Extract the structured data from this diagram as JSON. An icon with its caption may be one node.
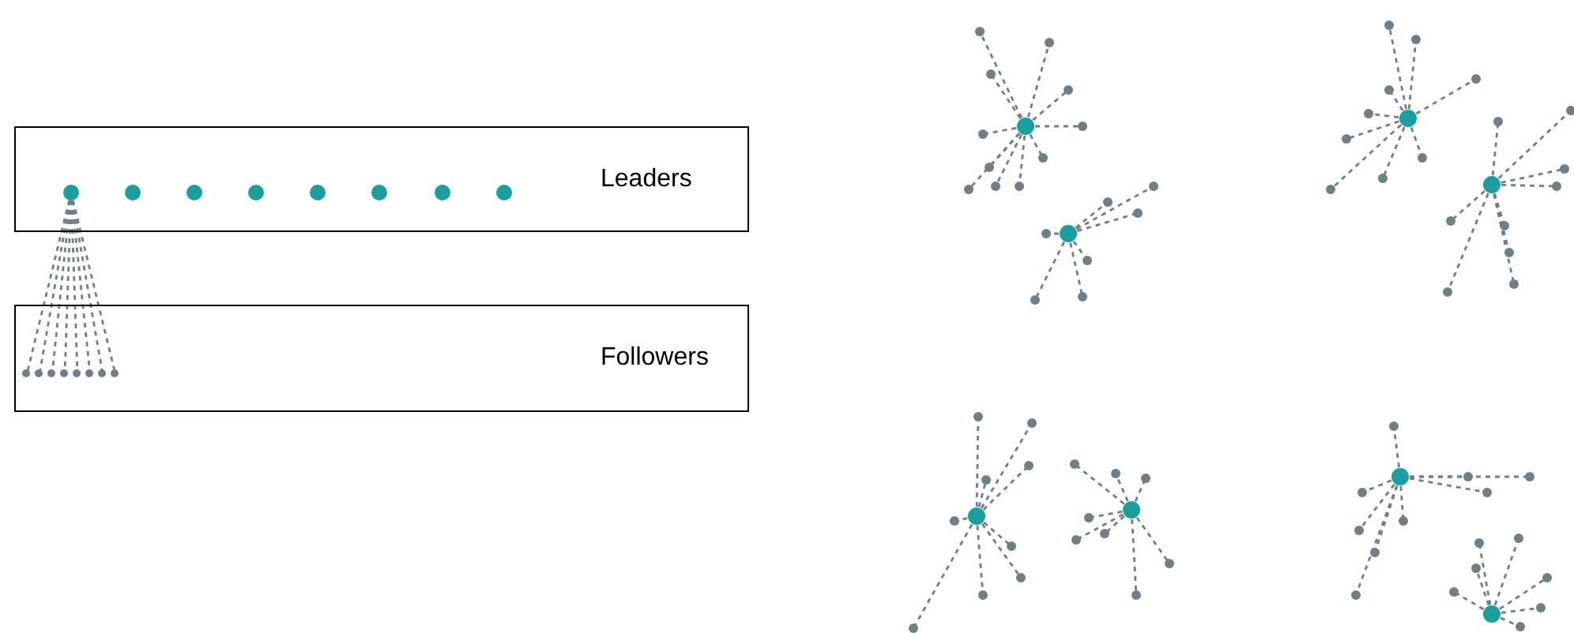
{
  "diagram": {
    "nodes": [
      {
        "text": [
          "Leaders"
        ]
      },
      {
        "text": [
          "Followers"
        ]
      },
      {
        "text": [],
        "shape": "circle",
        "in": 0
      },
      {
        "text": [],
        "shape": "circle",
        "in": 0
      },
      {
        "text": [],
        "shape": "circle",
        "in": 0
      },
      {
        "text": [],
        "shape": "circle",
        "in": 0
      },
      {
        "text": [],
        "shape": "circle",
        "in": 0
      },
      {
        "text": [],
        "shape": "circle",
        "in": 0
      },
      {
        "text": [],
        "shape": "circle",
        "in": 0
      },
      {
        "text": [],
        "shape": "circle",
        "in": 0
      },
      {
        "text": [],
        "shape": "circle",
        "in": 1
      },
      {
        "text": [],
        "shape": "circle",
        "in": 1
      },
      {
        "text": [],
        "shape": "circle",
        "in": 1
      },
      {
        "text": [],
        "shape": "circle",
        "in": 1
      },
      {
        "text": [],
        "shape": "circle",
        "in": 1
      },
      {
        "text": [],
        "shape": "circle",
        "in": 1
      },
      {
        "text": [],
        "shape": "circle",
        "in": 1
      },
      {
        "text": [],
        "shape": "circle",
        "in": 1
      }
    ],
    "edges": [
      {
        "from": 2,
        "to": 10,
        "arrow": "none",
        "style": "dashed"
      },
      {
        "from": 2,
        "to": 11,
        "arrow": "none",
        "style": "dashed"
      },
      {
        "from": 2,
        "to": 12,
        "arrow": "none",
        "style": "dashed"
      },
      {
        "from": 2,
        "to": 13,
        "arrow": "none",
        "style": "dashed"
      },
      {
        "from": 2,
        "to": 14,
        "arrow": "none",
        "style": "dashed"
      },
      {
        "from": 2,
        "to": 15,
        "arrow": "none",
        "style": "dashed"
      },
      {
        "from": 2,
        "to": 16,
        "arrow": "none",
        "style": "dashed"
      },
      {
        "from": 2,
        "to": 17,
        "arrow": "none",
        "style": "dashed"
      }
    ]
  }
}
